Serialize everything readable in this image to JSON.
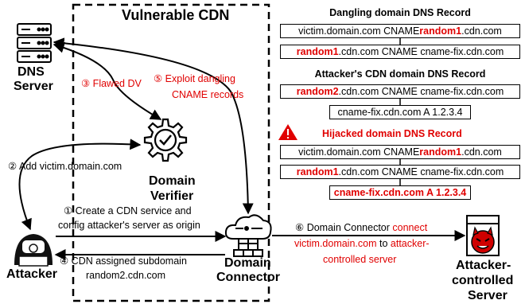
{
  "title": "Vulnerable CDN",
  "nodes": {
    "dns_server": [
      "DNS",
      "Server"
    ],
    "domain_verifier": [
      "Domain",
      "Verifier"
    ],
    "attacker": "Attacker",
    "domain_connector": [
      "Domain",
      "Connector"
    ],
    "attacker_server": [
      "Attacker-",
      "controlled",
      "Server"
    ]
  },
  "steps": {
    "s1": [
      "① Create a CDN service and",
      "config attacker's server as origin"
    ],
    "s2": "② Add victim.domain.com",
    "s3": "③ Flawed DV",
    "s4": [
      "④ CDN assigned subdomain",
      "random2.cdn.com"
    ],
    "s5": [
      "⑤ Exploit dangling",
      "CNAME records"
    ],
    "s6": {
      "num": "⑥",
      "a": "Domain Connector",
      "b": "connect",
      "c": "victim.domain.com",
      "d": "to",
      "e": "attacker-",
      "f": "controlled server"
    }
  },
  "records": {
    "dangling": {
      "title": "Dangling domain DNS Record",
      "r1": {
        "pre": "victim.domain.com CNAME ",
        "hl": "random1",
        "post": ".cdn.com"
      },
      "r2": {
        "hl": "random1",
        "post": ".cdn.com CNAME cname-fix.cdn.com"
      }
    },
    "attacker": {
      "title": "Attacker's CDN domain DNS Record",
      "r1": {
        "hl": "random2",
        "post": ".cdn.com CNAME cname-fix.cdn.com"
      },
      "r2": "cname-fix.cdn.com A 1.2.3.4"
    },
    "hijacked": {
      "title": "Hijacked domain DNS Record",
      "r1": {
        "pre": "victim.domain.com CNAME ",
        "hl": "random1",
        "post": ".cdn.com"
      },
      "r2": {
        "hl": "random1",
        "post": ".cdn.com CNAME cname-fix.cdn.com"
      },
      "r3": "cname-fix.cdn.com A 1.2.3.4"
    }
  },
  "colors": {
    "accent": "#e00000",
    "line": "#000000"
  }
}
